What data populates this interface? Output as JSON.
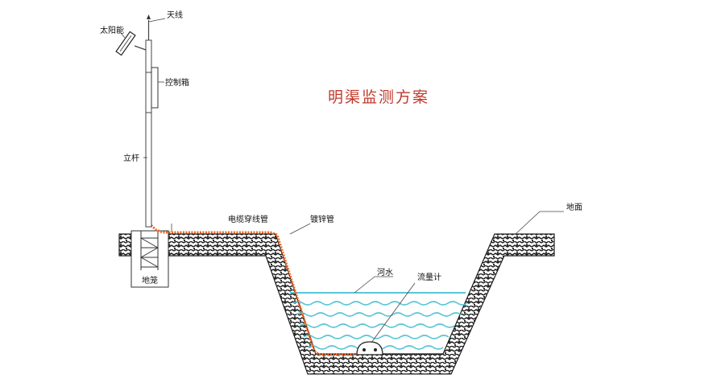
{
  "title": "明渠监测方案",
  "labels": {
    "antenna": "天线",
    "solar_panel": "太阳能",
    "control_box": "控制箱",
    "pole": "立杆",
    "foundation": "地笼",
    "cable_conduit": "电缆穿线管",
    "galvanized_pipe": "镀锌管",
    "ground": "地面",
    "river_water": "河水",
    "flowmeter": "流量计"
  },
  "colors": {
    "title": "#c0392b",
    "cable": "#f0641e",
    "water": "#5bc6d6",
    "soil_fill": "#1a1a1a",
    "line": "#333333"
  }
}
